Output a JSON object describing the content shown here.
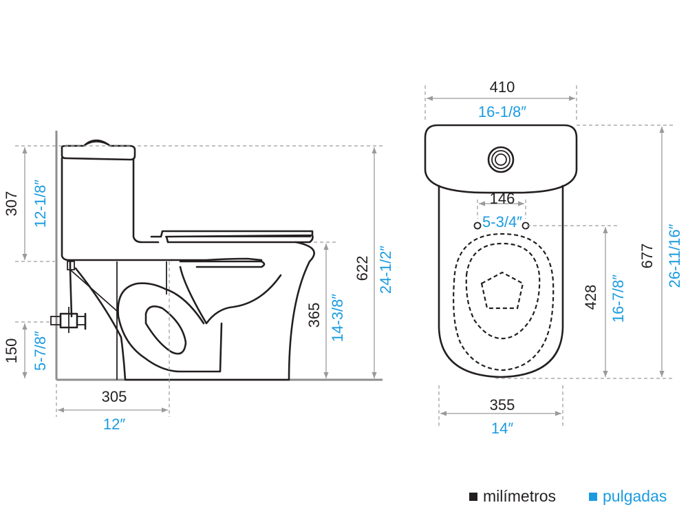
{
  "side_view": {
    "tank_height_mm": "307",
    "tank_height_in": "12-1/8″",
    "supply_height_mm": "150",
    "supply_height_in": "5-7/8″",
    "rough_in_mm": "305",
    "rough_in_in": "12″",
    "seat_height_mm": "365",
    "seat_height_in": "14-3/8″",
    "total_height_mm": "622",
    "total_height_in": "24-1/2″"
  },
  "top_view": {
    "width_mm": "410",
    "width_in": "16-1/8″",
    "bolt_spacing_mm": "146",
    "bolt_spacing_in": "5-3/4″",
    "bowl_length_mm": "428",
    "bowl_length_in": "16-7/8″",
    "total_depth_mm": "677",
    "total_depth_in": "26-11/16″",
    "bowl_width_mm": "355",
    "bowl_width_in": "14″"
  },
  "legend": {
    "metric_label": "milímetros",
    "imperial_label": "pulgadas",
    "metric_color": "#231f20",
    "imperial_color": "#1a9be0"
  }
}
